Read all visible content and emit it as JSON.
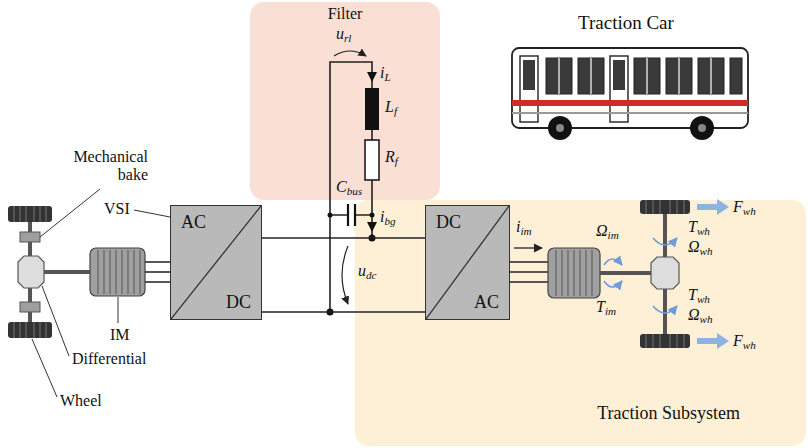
{
  "diagram": {
    "nodes": [
      {
        "text": [
          "Filter"
        ]
      },
      {
        "text": [
          "AC",
          "DC"
        ]
      },
      {
        "text": [
          "Traction Subsystem"
        ]
      },
      {
        "text": [
          "DC",
          "AC"
        ],
        "in": 2
      }
    ],
    "edges": [
      {
        "from": 1,
        "to": 3,
        "arrow": "none"
      },
      {
        "from": 1,
        "to": 3,
        "arrow": "none"
      }
    ],
    "labels": [
      "url",
      "iL",
      "Lf",
      "Rf",
      "Cbus",
      "ibg",
      "Traction Car",
      "Mechanical bake",
      "VSI",
      "udc",
      "iim",
      "Ωim",
      "Twh",
      "Ωwh",
      "Fwh",
      "Tim",
      "Twh",
      "Ωwh",
      "Fwh",
      "IM",
      "Differential",
      "Wheel"
    ]
  }
}
